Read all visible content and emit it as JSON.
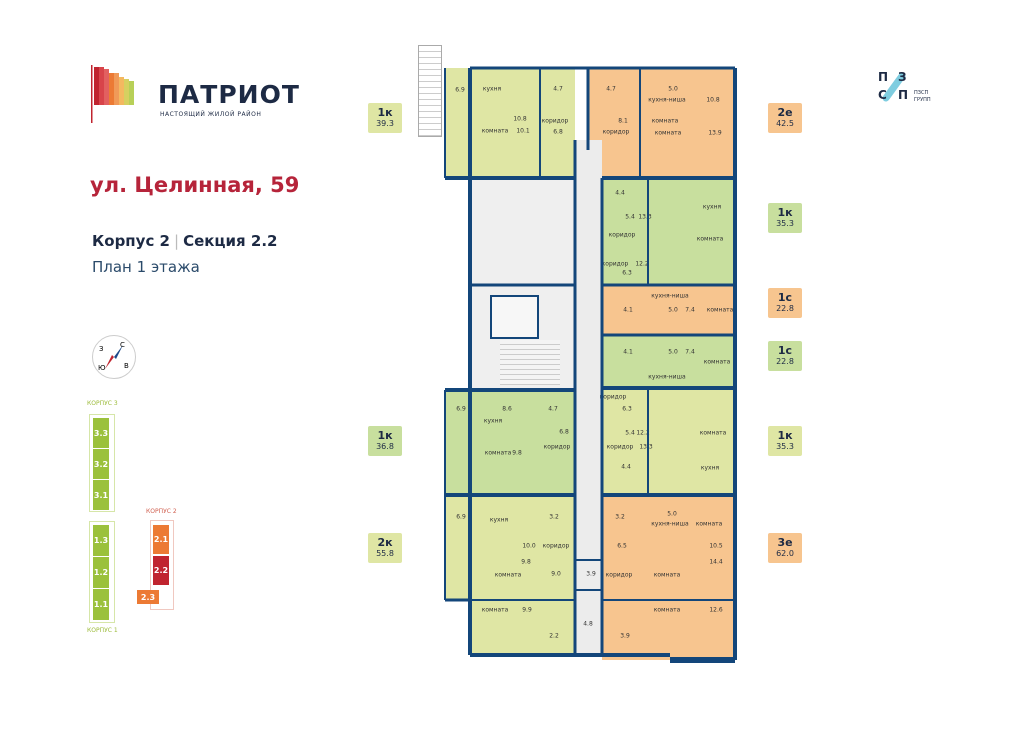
{
  "brand": {
    "name": "ПАТРИОТ",
    "tagline": "НАСТОЯЩИЙ ЖИЛОЙ РАЙОН"
  },
  "developer": {
    "letters": [
      "П",
      "З",
      "С",
      "П"
    ],
    "name_line1": "ПЗСП",
    "name_line2": "ГРУПП"
  },
  "address": "ул. Целинная, 59",
  "building": "Корпус 2",
  "section": "Секция 2.2",
  "plan_title": "План 1 этажа",
  "compass": {
    "n": "С",
    "e": "В",
    "s": "Ю",
    "w": "З"
  },
  "site_map": {
    "korpus3_label": "КОРПУС 3",
    "korpus1_label": "КОРПУС 1",
    "korpus2_label": "КОРПУС 2",
    "sections": [
      "3.3",
      "3.2",
      "3.1",
      "1.3",
      "1.2",
      "1.1",
      "2.1",
      "2.2",
      "2.3"
    ],
    "colors": {
      "green": "#9bc13c",
      "orange": "#ec7a34",
      "current": "#c0242f"
    }
  },
  "apartments": [
    {
      "type": "1к",
      "area": "39.3",
      "color": "#dfe6a4"
    },
    {
      "type": "1к",
      "area": "36.8",
      "color": "#c8df9e"
    },
    {
      "type": "2к",
      "area": "55.8",
      "color": "#dfe6a4"
    },
    {
      "type": "2е",
      "area": "42.5",
      "color": "#f7c58f"
    },
    {
      "type": "1к",
      "area": "35.3",
      "color": "#c8df9e"
    },
    {
      "type": "1с",
      "area": "22.8",
      "color": "#f7c58f"
    },
    {
      "type": "1с",
      "area": "22.8",
      "color": "#c8df9e"
    },
    {
      "type": "1к",
      "area": "35.3",
      "color": "#dfe6a4"
    },
    {
      "type": "3е",
      "area": "62.0",
      "color": "#f7c58f"
    }
  ],
  "plan": {
    "wall_color": "#13467a",
    "labels": [
      "6.9",
      "кухня",
      "10.8",
      "комната",
      "10.1",
      "4.7",
      "коридор",
      "6.8",
      "4.7",
      "8.1",
      "коридор",
      "кухня-ниша",
      "5.0",
      "10.8",
      "комната",
      "комната",
      "13.9",
      "4.4",
      "5.4",
      "коридор",
      "13.3",
      "кухня",
      "комната",
      "12.2",
      "коридор",
      "6.3",
      "кухня-ниша",
      "4.1",
      "5.0",
      "7.4",
      "комната",
      "4.1",
      "5.0",
      "7.4",
      "комната",
      "кухня-ниша",
      "6.9",
      "8.6",
      "4.7",
      "кухня",
      "6.8",
      "комната",
      "9.8",
      "коридор",
      "коридор",
      "6.3",
      "5.4",
      "12.2",
      "комната",
      "коридор",
      "13.3",
      "кухня",
      "4.4",
      "6.9",
      "кухня",
      "3.2",
      "10.0",
      "коридор",
      "9.8",
      "комната",
      "9.0",
      "комната",
      "9.9",
      "2.2",
      "4.8",
      "3.9",
      "3.2",
      "5.0",
      "кухня-ниша",
      "комната",
      "6.5",
      "10.5",
      "14.4",
      "коридор",
      "комната",
      "комната",
      "12.6",
      "3.9"
    ]
  }
}
